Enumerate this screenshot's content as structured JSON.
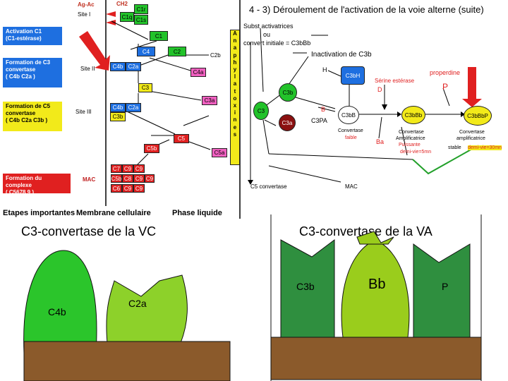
{
  "colors": {
    "blue": "#1e6fe0",
    "green": "#22c22a",
    "yellow": "#f2ea1a",
    "red": "#e02020",
    "lime": "#9acd1c",
    "darkgreen": "#2f8f3f",
    "brown": "#8b5a2b"
  },
  "left": {
    "top_labels": {
      "ag_ac": "Ag-Ac",
      "site1": "Site I",
      "ch2": "CH2"
    },
    "stages": [
      {
        "text": "Activation C1\n(C1-estérase)"
      },
      {
        "text": "Formation de C3\nconvertase\n( C4b C2a )"
      },
      {
        "text": "Formation de C5\nconvertase\n( C4b C2a C3b )"
      },
      {
        "text": "Formation du complexe\n( C5678 9 )"
      }
    ],
    "sites": {
      "site2": "Site II",
      "site3": "Site III",
      "mac": "MAC"
    },
    "boxes": {
      "c1r": "C1r",
      "c1q": "C1q",
      "c1s": "C1s",
      "c1": "C1",
      "c4": "C4",
      "c2": "C2",
      "c2b": "C2b",
      "c4b_a": "C4b",
      "c2a_a": "C2a",
      "c4a": "C4a",
      "c3": "C3",
      "c3a": "C3a",
      "c4b_b": "C4b",
      "c2a_b": "C2a",
      "c3b": "C3b",
      "c5": "C5",
      "c5b": "C5b",
      "c5a": "C5a",
      "mac": [
        "C7",
        "C9",
        "C9",
        "C5b",
        "C8",
        "C9",
        "C9",
        "C6",
        "C9",
        "C9"
      ]
    },
    "anaphylatoxines": [
      "A",
      "n",
      "a",
      "p",
      "h",
      "y",
      "l",
      "a",
      "t",
      "o",
      "x",
      "i",
      "n",
      "e",
      "s"
    ],
    "bottom": {
      "etapes": "Etapes importantes",
      "membrane": "Membrane cellulaire",
      "phase": "Phase liquide"
    }
  },
  "right": {
    "title": "4 - 3) Déroulement de l'activation de la voie alterne (suite)",
    "subst_line1": "Subst activatrices",
    "subst_line2": "ou",
    "subst_line3": "convert initiale = C3bBb",
    "inactivation": "Inactivation de C3b",
    "h": "H",
    "c3bh": "C3bH",
    "serine": "Sérine estérase",
    "d": "D",
    "properdine": "properdine",
    "p": "P",
    "c3b": "C3b",
    "c3": "C3",
    "c3a": "C3a",
    "b": "B",
    "c3pa": "C3PA",
    "c3bb": "C3bB",
    "convertase_faible": "Convertase",
    "faible": "faible",
    "ba": "Ba",
    "c3bbb": "C3bBb",
    "conv_ampli1": "Convertase",
    "conv_ampli2": "Amplificatrice",
    "conv_ampli3": "Puissante",
    "conv_ampli4": "demi-vie=5mn",
    "c3bbbp": "C3bBbP",
    "stable1": "Convertase",
    "stable2": "amplificatrice",
    "stable3": "stable",
    "stable4": "demi-vie=30mn",
    "c5conv": "C5 convertase",
    "mac": "MAC"
  },
  "bottom_left": {
    "title": "C3-convertase de la VC",
    "c4b": "C4b",
    "c2a": "C2a"
  },
  "bottom_right": {
    "title": "C3-convertase de la VA",
    "c3b": "C3b",
    "bb": "Bb",
    "p": "P"
  }
}
